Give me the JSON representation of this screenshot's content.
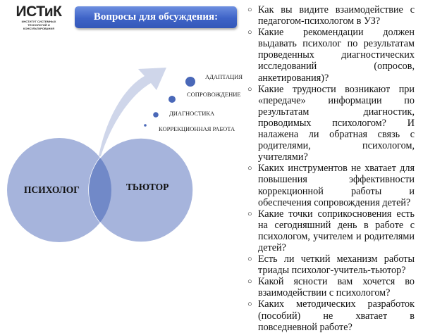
{
  "logo": {
    "name": "ИСТиК",
    "subtitle": "ИНСТИТУТ СИСТЕМНЫХ ТЕХНОЛОГИЙ И КОНСУЛЬТИРОВАНИЯ"
  },
  "header": {
    "title": "Вопросы для обсуждения:"
  },
  "diagram": {
    "steps": [
      "АДАПТАЦИЯ",
      "СОПРОВОЖДЕНИЕ",
      "ДИАГНОСТИКА",
      "КОРРЕКЦИОННАЯ РАБОТА"
    ],
    "circles": [
      "ПСИХОЛОГ",
      "ТЬЮТОР"
    ],
    "colors": {
      "circle": "#a6b4dc",
      "overlap": "#7189c8",
      "dot": "#4a68b8",
      "arrow": "#cfd6ea"
    }
  },
  "questions": [
    "Как вы видите взаимодействие с педагогом-психологом в УЗ?",
    "Какие рекомендации должен выдавать психолог по результатам проведенных диагностических исследований (опросов, анкетирования)?",
    "Какие трудности возникают при «передаче» информации по результатам диагностик, проводимых психологом? И налажена ли обратная связь с родителями, психологом, учителями?",
    "Каких инструментов не хватает для повышения эффективности коррекционной работы и обеспечения сопровождения детей?",
    "Какие точки соприкосновения есть на сегодняшний день в работе с психологом, учителем и родителями детей?",
    "Есть ли четкий механизм работы триады психолог-учитель-тьютор?",
    "Какой ясности вам хочется во взаимодействии с психологом?",
    "Каких методических разработок (пособий) не хватает в повседневной работе?"
  ],
  "bullet": "○"
}
